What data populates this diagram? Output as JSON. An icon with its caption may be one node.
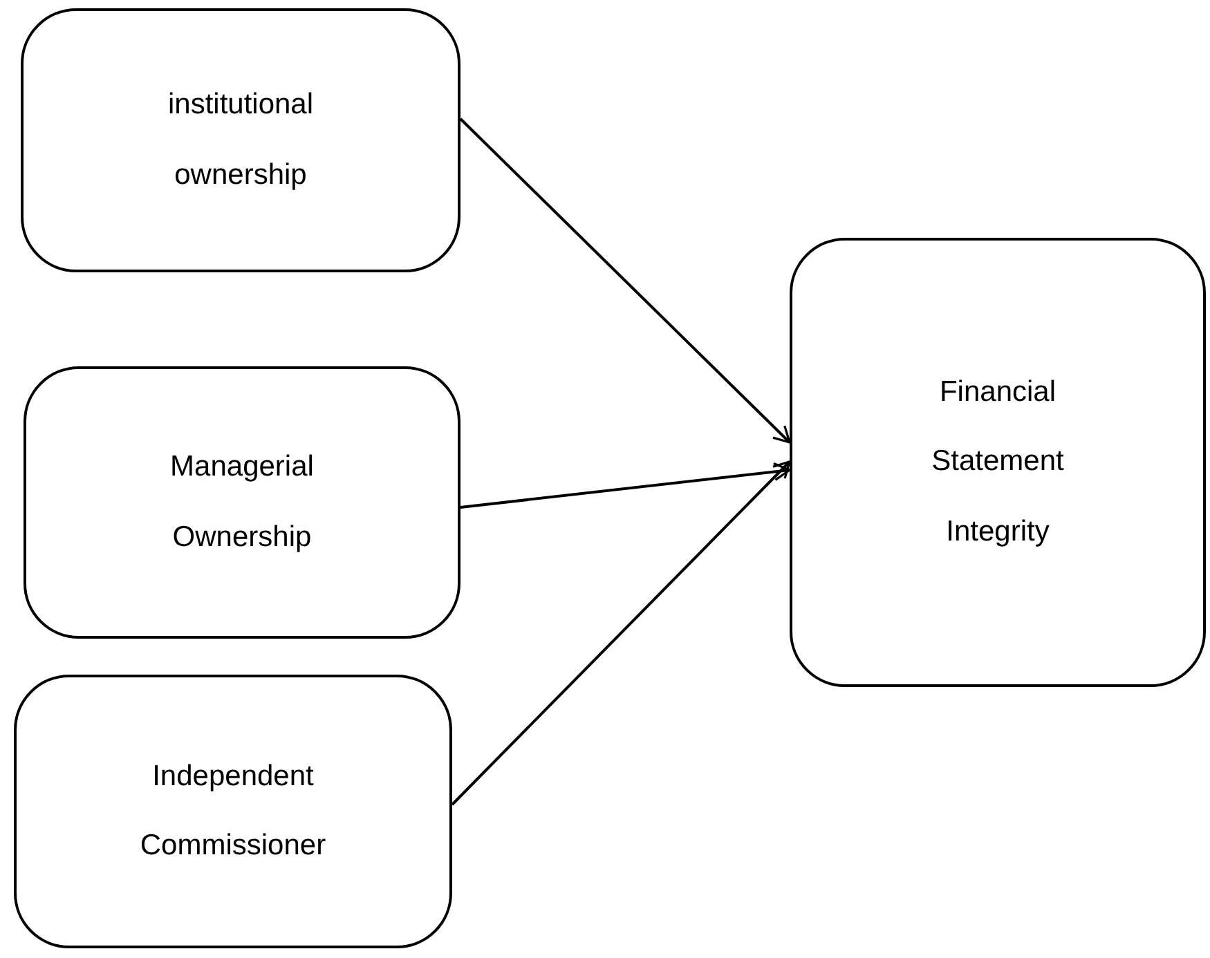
{
  "diagram": {
    "nodes": [
      {
        "text": [
          "institutional ownership"
        ]
      },
      {
        "text": [
          "Managerial Ownership"
        ]
      },
      {
        "text": [
          "Independent Commissioner"
        ]
      },
      {
        "text": [
          "Financial Statement Integrity"
        ]
      }
    ],
    "edges": [
      {
        "from": 0,
        "to": 3,
        "arrow": "to"
      },
      {
        "from": 1,
        "to": 3,
        "arrow": "to"
      },
      {
        "from": 2,
        "to": 3,
        "arrow": "to"
      }
    ]
  }
}
